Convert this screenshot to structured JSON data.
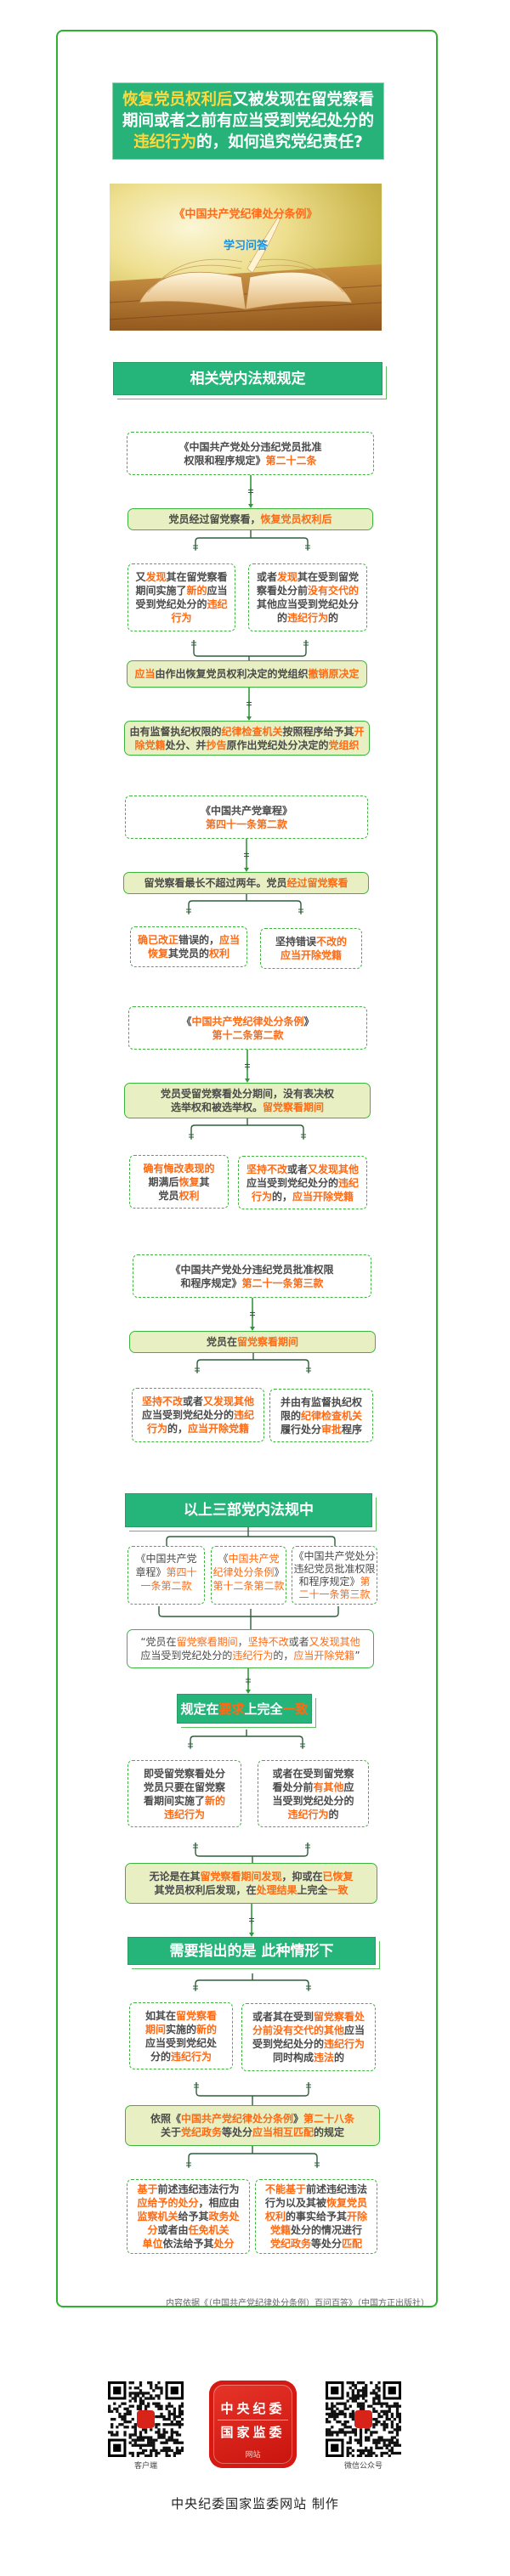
{
  "title": [
    [
      {
        "hl": "恢复党员权利后"
      },
      "又被发现在留党察看"
    ],
    [
      "期间或者之前有应当受到党纪处分的"
    ],
    [
      {
        "hl": "违纪行为"
      },
      "的，如何追究党纪责任?"
    ]
  ],
  "hero": {
    "book_title": "《中国共产党纪律处分条例》",
    "subtitle": "学习问答"
  },
  "section_header": "相关党内法规规定",
  "s1": {
    "source": [
      [
        "《中国共产党处分违纪党员批准"
      ],
      [
        "权限和程序规定》",
        {
          "hl": "第二十二条"
        }
      ]
    ],
    "condition": [
      [
        "党员经过留党察看，",
        {
          "hl": "恢复党员权利后"
        }
      ]
    ],
    "left": [
      [
        "又",
        {
          "hl": "发现"
        },
        "其在留党察看"
      ],
      [
        "期间实施了",
        {
          "hl": "新的"
        },
        "应当"
      ],
      [
        "受到党纪处分的",
        {
          "hl": "违纪"
        }
      ],
      [
        {
          "hl": "行为"
        }
      ]
    ],
    "right": [
      [
        "或者",
        {
          "hl": "发现"
        },
        "其在受到留党"
      ],
      [
        "察看处分前",
        {
          "hl": "没有交代的"
        }
      ],
      [
        "其他应当受到党纪处分"
      ],
      [
        "的",
        {
          "hl": "违纪行为"
        },
        "的"
      ]
    ],
    "result": [
      [
        {
          "hl": "应当"
        },
        "由作出恢复党员权利决定的党组织",
        {
          "hl": "撤销原决定"
        }
      ]
    ],
    "result2": [
      [
        "由有监督执纪权限的",
        {
          "hl": "纪律检查机关"
        },
        "按照程序给予其",
        {
          "hl": "开"
        }
      ],
      [
        {
          "hl": "除党籍"
        },
        "处分、并",
        {
          "hl": "抄告"
        },
        "原作出党纪处分决定的",
        {
          "hl": "党组织"
        }
      ]
    ]
  },
  "s2": {
    "source": [
      [
        "《中国共产党章程》"
      ],
      [
        {
          "hl": "第四十一条第二款"
        }
      ]
    ],
    "condition": [
      [
        "留党察看最长不超过两年。党员",
        {
          "hl": "经过留党察看"
        }
      ]
    ],
    "left": [
      [
        {
          "hl": "确已改正"
        },
        "错误的，",
        {
          "hl": "应当"
        }
      ],
      [
        {
          "hl": "恢复"
        },
        "其党员的",
        {
          "hl": "权利"
        }
      ]
    ],
    "right": [
      [
        "坚持错误",
        {
          "hl": "不改的"
        }
      ],
      [
        {
          "hl": "应当开除党籍"
        }
      ]
    ]
  },
  "s3": {
    "source": [
      [
        "《",
        {
          "hl": "中国共产党纪律处分条例"
        },
        "》"
      ],
      [
        {
          "hl": "第十二条第二款"
        }
      ]
    ],
    "condition": [
      [
        "党员受留党察看处分期间，没有表决权"
      ],
      [
        "选举权和被选举权。",
        {
          "hl": "留党察看期间"
        }
      ]
    ],
    "left": [
      [
        {
          "hl": "确有悔改表现的"
        }
      ],
      [
        "期满后",
        {
          "hl": "恢复"
        },
        "其"
      ],
      [
        "党员",
        {
          "hl": "权利"
        }
      ]
    ],
    "right": [
      [
        {
          "hl": "坚持不改"
        },
        "或者",
        {
          "hl": "又发现其他"
        }
      ],
      [
        "应当受到党纪处分的",
        {
          "hl": "违纪"
        }
      ],
      [
        {
          "hl": "行为"
        },
        "的，",
        {
          "hl": "应当开除党籍"
        }
      ]
    ]
  },
  "s4": {
    "source": [
      [
        "《中国共产党处分违纪党员批准权限"
      ],
      [
        "和程序规定》",
        {
          "hl": "第二十一条第三款"
        }
      ]
    ],
    "condition": [
      [
        "党员在",
        {
          "hl": "留党察看期间"
        }
      ]
    ],
    "left": [
      [
        {
          "hl": "坚持不改"
        },
        "或者",
        {
          "hl": "又发现其他"
        }
      ],
      [
        "应当受到党纪处分的",
        {
          "hl": "违纪"
        }
      ],
      [
        {
          "hl": "行为"
        },
        "的，",
        {
          "hl": "应当开除党籍"
        }
      ]
    ],
    "right": [
      [
        "并由有监督执纪权"
      ],
      [
        "限的",
        {
          "hl": "纪律检查机关"
        }
      ],
      [
        "履行处分",
        {
          "hl": "审批"
        },
        "程序"
      ]
    ]
  },
  "summary": {
    "header": "以上三部党内法规中",
    "ref1": [
      [
        "《中国共产党"
      ],
      [
        "章程》",
        {
          "hl": "第四十"
        }
      ],
      [
        {
          "hl": "一条第二款"
        }
      ]
    ],
    "ref2": [
      [
        "《",
        {
          "hl": "中国共产党"
        }
      ],
      [
        {
          "hl": "纪律处分条例"
        },
        "》"
      ],
      [
        {
          "hl": "第十二条第二款"
        }
      ]
    ],
    "ref3": [
      [
        "《中国共产党处分"
      ],
      [
        "违纪党员批准权限"
      ],
      [
        "和程序规定》",
        {
          "hl": "第"
        }
      ],
      [
        {
          "hl": "二十一条第三款"
        }
      ]
    ],
    "quote": [
      [
        "“党员在",
        {
          "hl": "留党察看期间"
        },
        "，",
        {
          "hl": "坚持不改"
        },
        "或者",
        {
          "hl": "又发现其他"
        }
      ],
      [
        "应当受到党纪处分的",
        {
          "hl": "违纪行为"
        },
        "的，",
        {
          "hl": "应当开除党籍"
        },
        "”"
      ]
    ],
    "consistent_header": [
      [
        "规定在",
        {
          "hl": "要求"
        },
        "上完全",
        {
          "hl": "一致"
        }
      ]
    ],
    "left": [
      [
        "即受留党察看处分"
      ],
      [
        "党员只要在留党察"
      ],
      [
        "看期间实施了",
        {
          "hl": "新的"
        }
      ],
      [
        {
          "hl": "违纪行为"
        }
      ]
    ],
    "right": [
      [
        "或者在受到留党察"
      ],
      [
        "看处分前",
        {
          "hl": "有其他"
        },
        "应"
      ],
      [
        "当受到党纪处分的"
      ],
      [
        {
          "hl": "违纪行为"
        },
        "的"
      ]
    ],
    "result": [
      [
        "无论是在其",
        {
          "hl": "留党察看期间发现"
        },
        "，抑或在",
        {
          "hl": "已恢复"
        }
      ],
      [
        "其党员权利后发现，在",
        {
          "hl": "处理结果"
        },
        "上完全",
        {
          "hl": "一致"
        }
      ]
    ]
  },
  "note": {
    "header": "需要指出的是  此种情形下",
    "left": [
      [
        "如其在",
        {
          "hl": "留党察看"
        }
      ],
      [
        {
          "hl": "期间"
        },
        "实施的",
        {
          "hl": "新的"
        }
      ],
      [
        "应当受到党纪处"
      ],
      [
        "分的",
        {
          "hl": "违纪行为"
        }
      ]
    ],
    "right": [
      [
        "或者其在受到",
        {
          "hl": "留党察看处"
        }
      ],
      [
        {
          "hl": "分前没有交代的其他"
        },
        "应当"
      ],
      [
        "受到党纪处分的",
        {
          "hl": "违纪行为"
        }
      ],
      [
        "同时构成",
        {
          "hl": "违法"
        },
        "的"
      ]
    ],
    "basis": [
      [
        "依照《",
        {
          "hl": "中国共产党纪律处分条例"
        },
        "》",
        {
          "hl": "第二十八条"
        }
      ],
      [
        "关于",
        {
          "hl": "党纪政务"
        },
        "等处分",
        {
          "hl": "应当相互匹配"
        },
        "的规定"
      ]
    ],
    "left2": [
      [
        {
          "hl": "基于"
        },
        "前述违纪违法行为"
      ],
      [
        {
          "hl": "应给予的处分"
        },
        "，相应由"
      ],
      [
        {
          "hl": "监察机关"
        },
        "给予其",
        {
          "hl": "政务处"
        }
      ],
      [
        {
          "hl": "分"
        },
        "或者由",
        {
          "hl": "任免机关"
        }
      ],
      [
        {
          "hl": "单位"
        },
        "依法给予其",
        {
          "hl": "处分"
        }
      ]
    ],
    "right2": [
      [
        {
          "hl": "不能基于"
        },
        "前述违纪违法"
      ],
      [
        "行为以及其被",
        {
          "hl": "恢复党员"
        }
      ],
      [
        {
          "hl": "权利"
        },
        "的事实给予其",
        {
          "hl": "开除"
        }
      ],
      [
        {
          "hl": "党籍"
        },
        "处分的情况进行"
      ],
      [
        {
          "hl": "党纪政务"
        },
        "等处分",
        {
          "hl": "匹配"
        }
      ]
    ]
  },
  "source": "内容依据《（中国共产党纪律处分条例）百问百答》（中国方正出版社）",
  "footer": {
    "qr_left_label": "客户端",
    "qr_right_label": "微信公众号",
    "logo": {
      "line1": "中央纪委",
      "line2": "国家监委",
      "line3": "网站"
    },
    "credit": "中央纪委国家监委网站 制作"
  },
  "colors": {
    "green": "#25b47a",
    "border": "#3db53d",
    "highlight": "#ff6a13",
    "title_highlight": "#ffd93b",
    "fill": "#e8f0c3"
  }
}
